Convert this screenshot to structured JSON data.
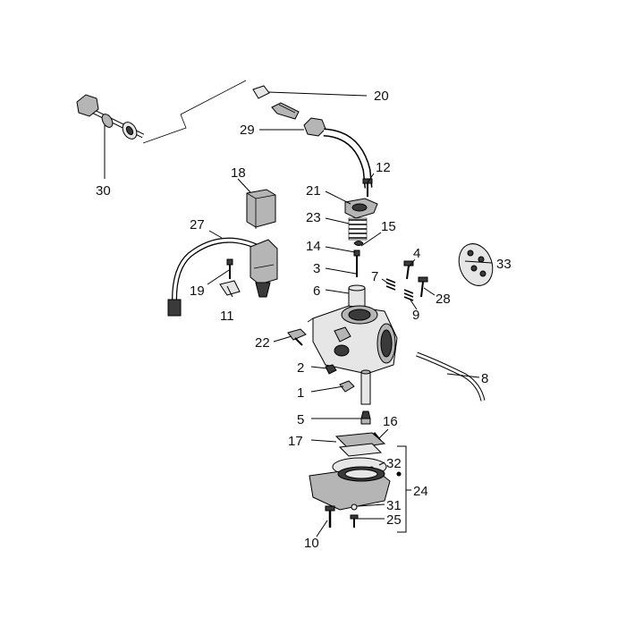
{
  "diagram": {
    "callouts": [
      {
        "id": "c20",
        "label": "20"
      },
      {
        "id": "c29",
        "label": "29"
      },
      {
        "id": "c30",
        "label": "30"
      },
      {
        "id": "c18",
        "label": "18"
      },
      {
        "id": "c12",
        "label": "12"
      },
      {
        "id": "c21",
        "label": "21"
      },
      {
        "id": "c27",
        "label": "27"
      },
      {
        "id": "c23",
        "label": "23"
      },
      {
        "id": "c15",
        "label": "15"
      },
      {
        "id": "c14",
        "label": "14"
      },
      {
        "id": "c4",
        "label": "4"
      },
      {
        "id": "c33",
        "label": "33"
      },
      {
        "id": "c3",
        "label": "3"
      },
      {
        "id": "c7",
        "label": "7"
      },
      {
        "id": "c19",
        "label": "19"
      },
      {
        "id": "c6",
        "label": "6"
      },
      {
        "id": "c28",
        "label": "28"
      },
      {
        "id": "c11",
        "label": "11"
      },
      {
        "id": "c9",
        "label": "9"
      },
      {
        "id": "c22",
        "label": "22"
      },
      {
        "id": "c2",
        "label": "2"
      },
      {
        "id": "c8",
        "label": "8"
      },
      {
        "id": "c1",
        "label": "1"
      },
      {
        "id": "c5",
        "label": "5"
      },
      {
        "id": "c16",
        "label": "16"
      },
      {
        "id": "c17",
        "label": "17"
      },
      {
        "id": "c32",
        "label": "32"
      },
      {
        "id": "c24",
        "label": "24"
      },
      {
        "id": "c31",
        "label": "31"
      },
      {
        "id": "c25",
        "label": "25"
      },
      {
        "id": "c10",
        "label": "10"
      }
    ]
  }
}
